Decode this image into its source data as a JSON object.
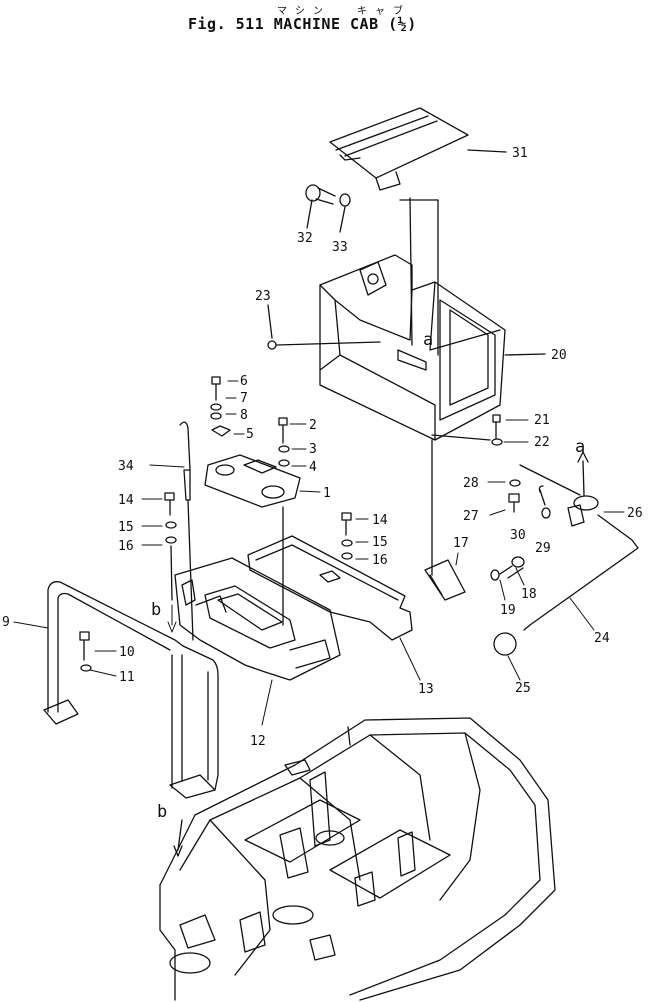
{
  "header": {
    "kana_1": "マ シ ン",
    "kana_2": "キ ャ ブ",
    "title": "Fig. 511   MACHINE CAB (½)"
  },
  "callouts": [
    {
      "id": "31",
      "text": "31"
    },
    {
      "id": "32",
      "text": "32"
    },
    {
      "id": "33",
      "text": "33"
    },
    {
      "id": "23",
      "text": "23"
    },
    {
      "id": "20",
      "text": "20"
    },
    {
      "id": "6",
      "text": "6"
    },
    {
      "id": "7",
      "text": "7"
    },
    {
      "id": "8",
      "text": "8"
    },
    {
      "id": "5",
      "text": "5"
    },
    {
      "id": "2",
      "text": "2"
    },
    {
      "id": "3",
      "text": "3"
    },
    {
      "id": "4",
      "text": "4"
    },
    {
      "id": "1",
      "text": "1"
    },
    {
      "id": "21",
      "text": "21"
    },
    {
      "id": "22",
      "text": "22"
    },
    {
      "id": "34",
      "text": "34"
    },
    {
      "id": "14a",
      "text": "14"
    },
    {
      "id": "15a",
      "text": "15"
    },
    {
      "id": "16a",
      "text": "16"
    },
    {
      "id": "14b",
      "text": "14"
    },
    {
      "id": "15b",
      "text": "15"
    },
    {
      "id": "16b",
      "text": "16"
    },
    {
      "id": "28",
      "text": "28"
    },
    {
      "id": "27",
      "text": "27"
    },
    {
      "id": "30",
      "text": "30"
    },
    {
      "id": "29",
      "text": "29"
    },
    {
      "id": "26",
      "text": "26"
    },
    {
      "id": "17",
      "text": "17"
    },
    {
      "id": "18",
      "text": "18"
    },
    {
      "id": "19",
      "text": "19"
    },
    {
      "id": "24",
      "text": "24"
    },
    {
      "id": "25",
      "text": "25"
    },
    {
      "id": "9",
      "text": "9"
    },
    {
      "id": "10",
      "text": "10"
    },
    {
      "id": "11",
      "text": "11"
    },
    {
      "id": "12",
      "text": "12"
    },
    {
      "id": "13",
      "text": "13"
    }
  ],
  "reference_marks": {
    "a_top": "a",
    "a_right": "a",
    "b_upper": "b",
    "b_lower": "b"
  }
}
